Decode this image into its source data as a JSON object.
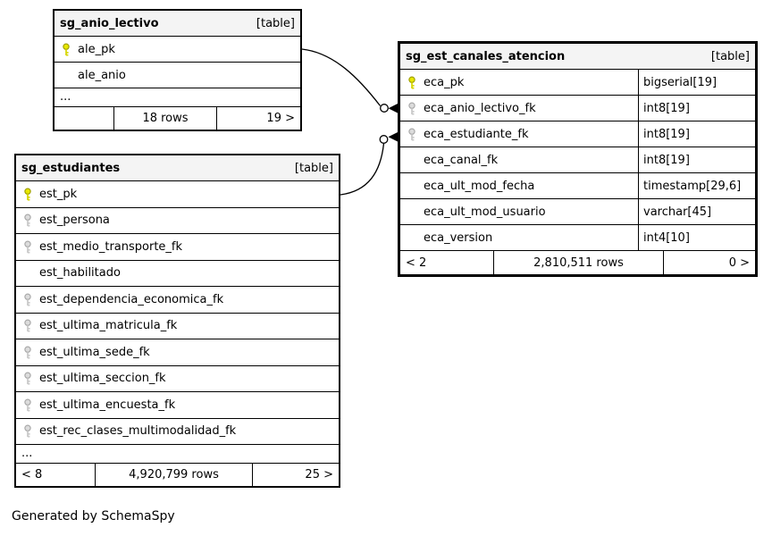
{
  "caption": "Generated by SchemaSpy",
  "colors": {
    "border": "#000000",
    "header_bg": "#f4f4f4",
    "primary_key_fill": "#e8e800",
    "primary_key_stroke": "#a0a000",
    "foreign_key_fill": "#dcdcdc",
    "foreign_key_stroke": "#a9a9a9"
  },
  "tables": {
    "anio_lectivo": {
      "title": "sg_anio_lectivo",
      "badge": "[table]",
      "rows": [
        {
          "name": "ale_pk",
          "key": "primary"
        },
        {
          "name": "ale_anio",
          "key": "none"
        }
      ],
      "ellipsis": "...",
      "footer": {
        "left": "",
        "center": "18 rows",
        "right": "19 >"
      }
    },
    "estudiantes": {
      "title": "sg_estudiantes",
      "badge": "[table]",
      "rows": [
        {
          "name": "est_pk",
          "key": "primary"
        },
        {
          "name": "est_persona",
          "key": "foreign"
        },
        {
          "name": "est_medio_transporte_fk",
          "key": "foreign"
        },
        {
          "name": "est_habilitado",
          "key": "none"
        },
        {
          "name": "est_dependencia_economica_fk",
          "key": "foreign"
        },
        {
          "name": "est_ultima_matricula_fk",
          "key": "foreign"
        },
        {
          "name": "est_ultima_sede_fk",
          "key": "foreign"
        },
        {
          "name": "est_ultima_seccion_fk",
          "key": "foreign"
        },
        {
          "name": "est_ultima_encuesta_fk",
          "key": "foreign"
        },
        {
          "name": "est_rec_clases_multimodalidad_fk",
          "key": "foreign"
        }
      ],
      "ellipsis": "...",
      "footer": {
        "left": "< 8",
        "center": "4,920,799 rows",
        "right": "25 >"
      }
    },
    "canales": {
      "title": "sg_est_canales_atencion",
      "badge": "[table]",
      "rows": [
        {
          "name": "eca_pk",
          "key": "primary",
          "type": "bigserial[19]"
        },
        {
          "name": "eca_anio_lectivo_fk",
          "key": "foreign",
          "type": "int8[19]"
        },
        {
          "name": "eca_estudiante_fk",
          "key": "foreign",
          "type": "int8[19]"
        },
        {
          "name": "eca_canal_fk",
          "key": "none",
          "type": "int8[19]"
        },
        {
          "name": "eca_ult_mod_fecha",
          "key": "none",
          "type": "timestamp[29,6]"
        },
        {
          "name": "eca_ult_mod_usuario",
          "key": "none",
          "type": "varchar[45]"
        },
        {
          "name": "eca_version",
          "key": "none",
          "type": "int4[10]"
        }
      ],
      "footer": {
        "left": "< 2",
        "center": "2,810,511 rows",
        "right": "0 >"
      }
    }
  },
  "relationships": [
    {
      "from": "sg_anio_lectivo.ale_pk",
      "to": "sg_est_canales_atencion.eca_anio_lectivo_fk"
    },
    {
      "from": "sg_estudiantes.est_pk",
      "to": "sg_est_canales_atencion.eca_estudiante_fk"
    }
  ]
}
